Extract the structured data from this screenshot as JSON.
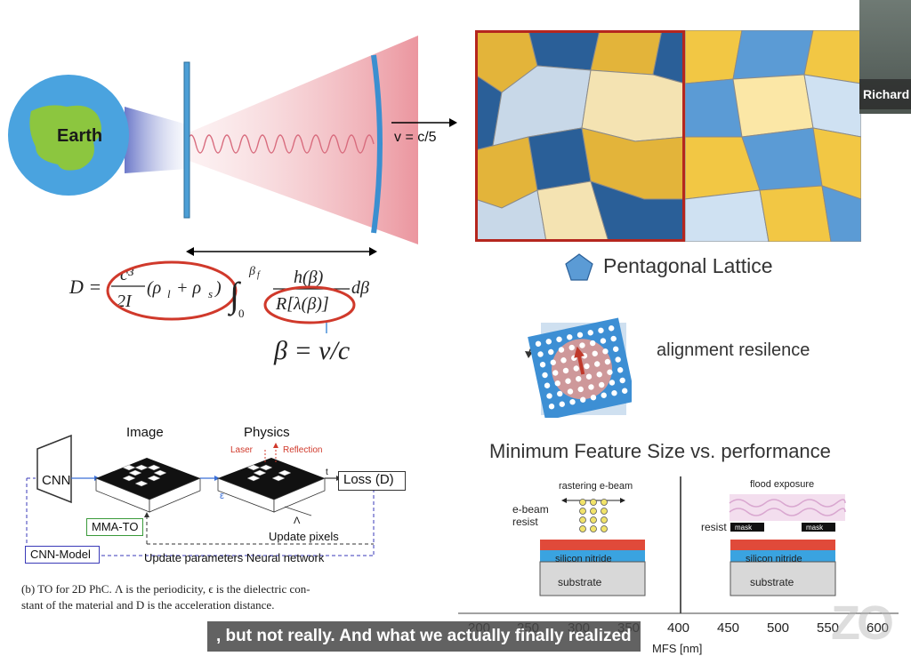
{
  "slide": {
    "earth_label": "Earth",
    "velocity_label": "v = c/5",
    "lattice_caption": "Pentagonal Lattice",
    "alignment_label": "alignment resilence",
    "mfs_title": "Minimum Feature Size vs. performance",
    "ebeam_label": "rastering e-beam",
    "ebeam_resist_label": "e-beam\nresist",
    "flood_label": "flood exposure",
    "resist_label": "resist",
    "mask_label": "mask",
    "silicon_nitride": "silicon nitride",
    "substrate": "substrate",
    "mfs_ticks": [
      "200",
      "250",
      "300",
      "350",
      "400",
      "450",
      "500",
      "550",
      "600"
    ],
    "mfs_axis_label": "MFS [nm]",
    "formula_beta": "β = v/c",
    "diagram": {
      "image_title": "Image",
      "physics_title": "Physics",
      "laser": "Laser",
      "reflection": "Reflection",
      "cnn": "CNN",
      "loss": "Loss (D)",
      "mma_to": "MMA-TO",
      "cnn_model": "CNN-Model",
      "update_pixels": "Update pixels",
      "update_params": "Update parameters Neural network",
      "caption_line1": "(b) TO for 2D PhC. Λ is the periodicity, ϵ is the dielectric con-",
      "caption_line2": "stant of the material and D is the acceleration distance.",
      "lambda": "Λ",
      "eps": "ε",
      "t": "t"
    }
  },
  "meeting": {
    "participant_name": "Richard",
    "subtitle": ", but not really. And what we actually finally realized",
    "logo_text": "ZO"
  },
  "colors": {
    "earth_ocean": "#4aa3df",
    "earth_land": "#8cc63f",
    "lattice_blue": "#5b9bd5",
    "lattice_yellow": "#f2c744",
    "accent_red": "#c0392b",
    "subtitle_bg": "#464646"
  }
}
